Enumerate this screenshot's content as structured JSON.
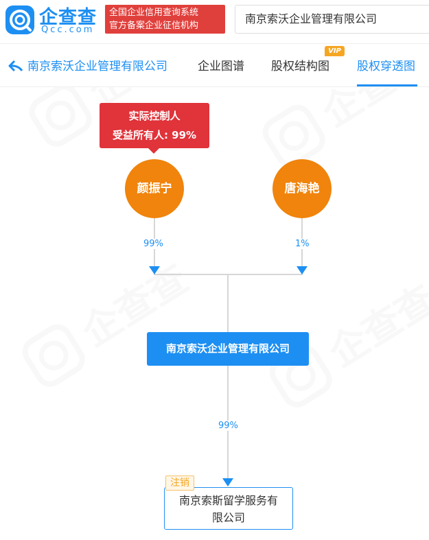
{
  "header": {
    "logo_text": "企查查",
    "logo_sub": "Qcc.com",
    "slogan_line1": "全国企业信用查询系统",
    "slogan_line2": "官方备案企业征信机构",
    "search_value": "南京索沃企业管理有限公司"
  },
  "nav": {
    "back_label": "南京索沃企业管理有限公司",
    "tabs": [
      {
        "label": "企业图谱"
      },
      {
        "label": "股权结构图",
        "badge": "VIP"
      },
      {
        "label": "股权穿透图",
        "active": true
      }
    ]
  },
  "graph": {
    "controller_tag": {
      "title": "实际控制人",
      "beneficiary": "受益所有人: 99%"
    },
    "shareholders": [
      {
        "name": "颜振宁",
        "share": "99%"
      },
      {
        "name": "唐海艳",
        "share": "1%"
      }
    ],
    "company": "南京索沃企业管理有限公司",
    "investment": {
      "share": "99%",
      "name_line1": "南京索斯留学服务有",
      "name_line2": "限公司",
      "status": "注销"
    }
  },
  "colors": {
    "brand_blue": "#1d8ff2",
    "controller_red": "#e0333a",
    "person_orange": "#f0840c",
    "status_orange": "#f5a623"
  }
}
